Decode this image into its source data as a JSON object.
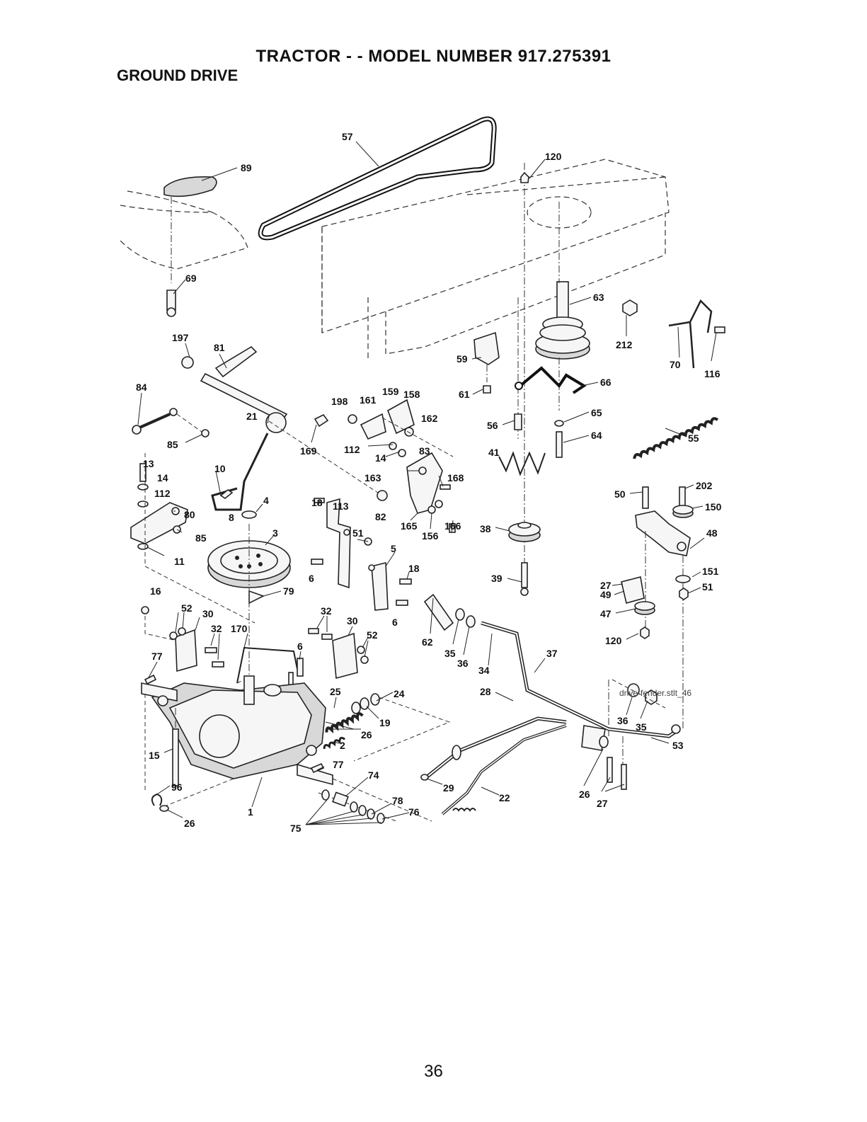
{
  "header": {
    "title": "TRACTOR - - MODEL NUMBER  917.275391",
    "subtitle": "GROUND DRIVE"
  },
  "footer": {
    "file_label": "drive-fender.stlt_46",
    "page_number": "36"
  },
  "callouts": {
    "c57": "57",
    "c89": "89",
    "c120a": "120",
    "c69": "69",
    "c197": "197",
    "c81": "81",
    "c84": "84",
    "c63": "63",
    "c212": "212",
    "c70": "70",
    "c116": "116",
    "c59": "59",
    "c61": "61",
    "c66": "66",
    "c198": "198",
    "c161": "161",
    "c159": "159",
    "c158": "158",
    "c162": "162",
    "c65": "65",
    "c64": "64",
    "c56": "56",
    "c55": "55",
    "c21": "21",
    "c169": "169",
    "c112a": "112",
    "c14a": "14",
    "c83": "83",
    "c85a": "85",
    "c13": "13",
    "c14b": "14",
    "c112b": "112",
    "c10": "10",
    "c163": "163",
    "c168": "168",
    "c41": "41",
    "c50": "50",
    "c202": "202",
    "c150": "150",
    "c80": "80",
    "c8": "8",
    "c18a": "18",
    "c113": "113",
    "c82": "82",
    "c4": "4",
    "c85b": "85",
    "c3": "3",
    "c51a": "51",
    "c165": "165",
    "c166": "166",
    "c156": "156",
    "c38": "38",
    "c48": "48",
    "c11": "11",
    "c5": "5",
    "c18b": "18",
    "c27a": "27",
    "c151": "151",
    "c51b": "51",
    "c39": "39",
    "c6a": "6",
    "c16": "16",
    "c79": "79",
    "c49": "49",
    "c47": "47",
    "c52a": "52",
    "c30a": "30",
    "c32a": "32",
    "c30b": "30",
    "c6b": "6",
    "c120b": "120",
    "c32b": "32",
    "c170": "170",
    "c52b": "52",
    "c62": "62",
    "c35a": "35",
    "c36a": "36",
    "c37": "37",
    "c77a": "77",
    "c6c": "6",
    "c34": "34",
    "c25": "25",
    "c24": "24",
    "c28": "28",
    "c19": "19",
    "c36b": "36",
    "c35b": "35",
    "c26a": "26",
    "c53": "53",
    "c2": "2",
    "c15": "15",
    "c77b": "77",
    "c96": "96",
    "c74": "74",
    "c29": "29",
    "c78": "78",
    "c76": "76",
    "c22": "22",
    "c26b": "26",
    "c27b": "27",
    "c1": "1",
    "c26c": "26",
    "c75": "75"
  }
}
